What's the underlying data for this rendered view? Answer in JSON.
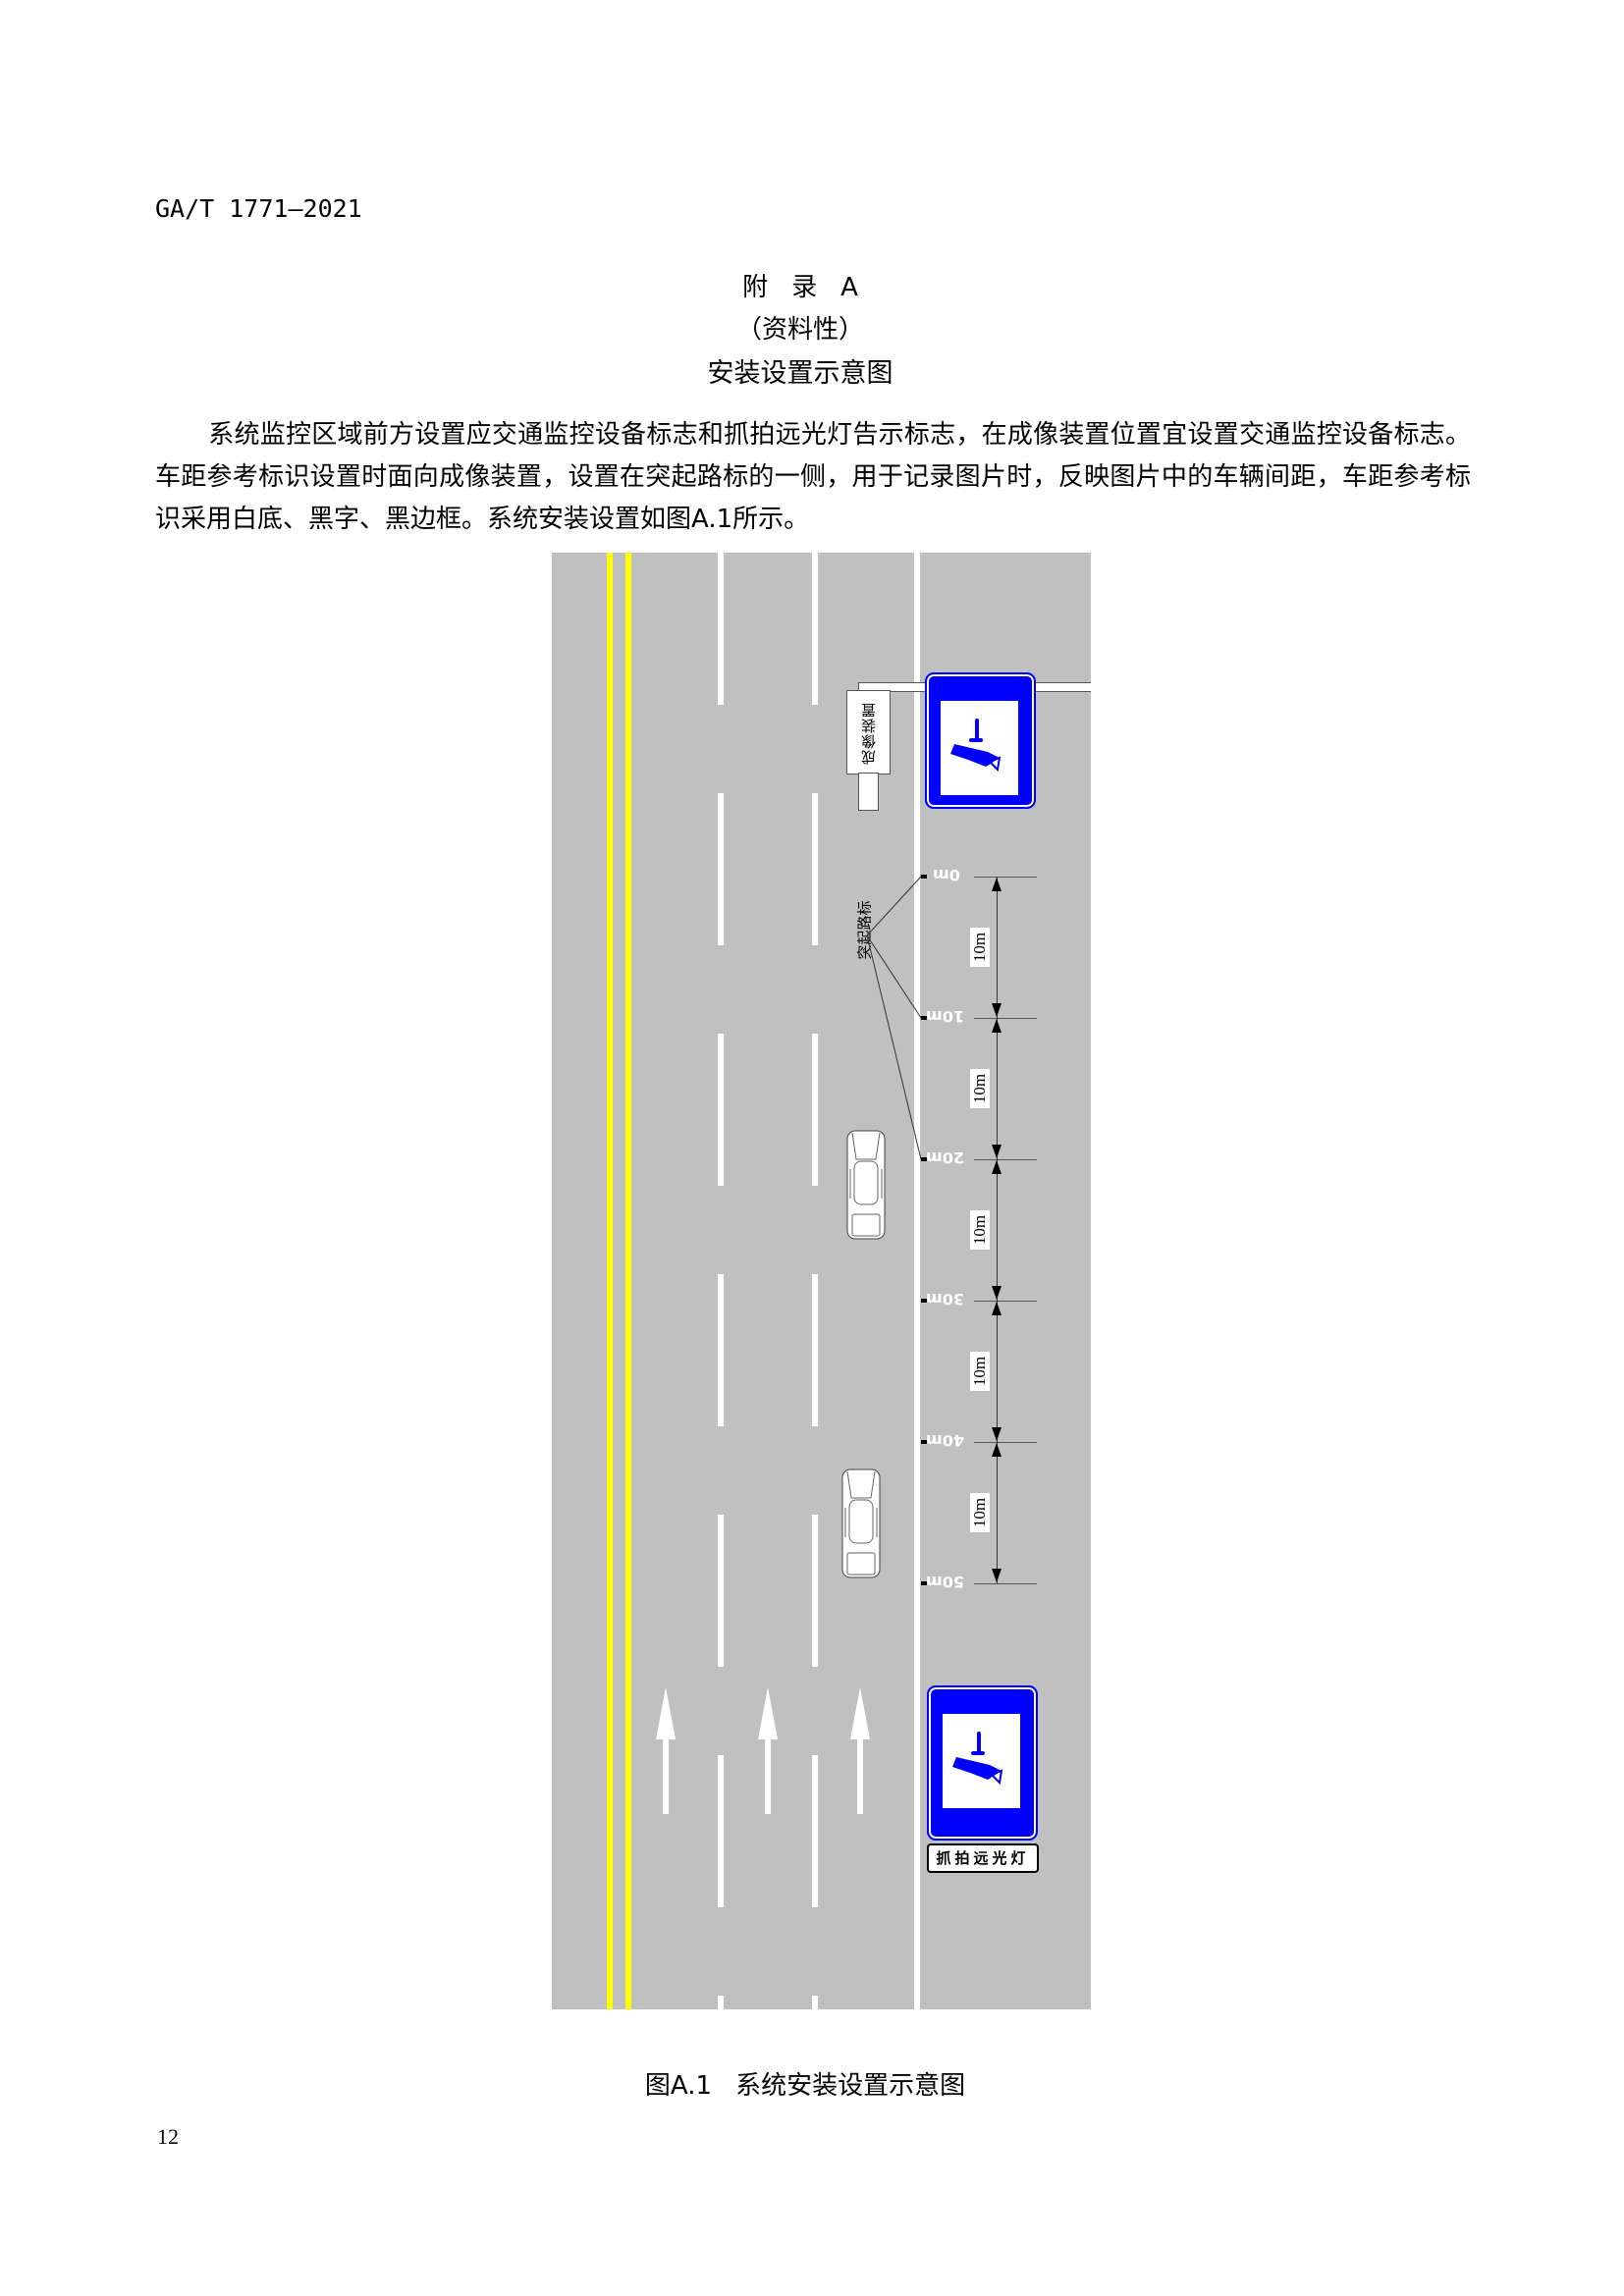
{
  "header": {
    "standard_code": "GA/T 1771—2021"
  },
  "appendix": {
    "label_parts": [
      "附",
      "录",
      "A"
    ],
    "nature": "（资料性）",
    "title": "安装设置示意图"
  },
  "body": {
    "paragraph": "系统监控区域前方设置应交通监控设备标志和抓拍远光灯告示标志，在成像装置位置宜设置交通监控设备标志。车距参考标识设置时面向成像装置，设置在突起路标的一侧，用于记录图片时，反映图片中的车辆间距，车距参考标识采用白底、黑字、黑边框。系统安装设置如图A.1所示。"
  },
  "figure": {
    "colors": {
      "road": "#c0c0c0",
      "center_line": "#ffff00",
      "lane_line": "#ffffff",
      "sign_blue": "#0000ff"
    },
    "imaging_device_label": "成像装置",
    "raised_marker_label": "突起路标",
    "distance_markers": [
      "0m",
      "10m",
      "20m",
      "30m",
      "40m",
      "50m"
    ],
    "dimension_labels": [
      "10m",
      "10m",
      "10m",
      "10m",
      "10m"
    ],
    "lower_sign_plate": "抓拍远光灯",
    "icons": [
      "surveillance-camera-sign-icon",
      "car-icon",
      "straight-arrow-icon"
    ],
    "caption_number": "图A.1",
    "caption_title": "系统安装设置示意图"
  },
  "footer": {
    "page_number": "12"
  }
}
